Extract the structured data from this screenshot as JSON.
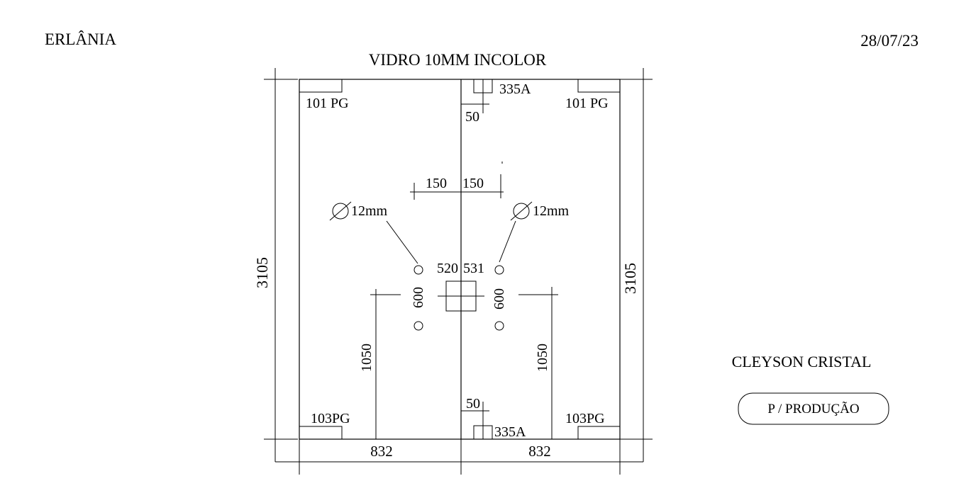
{
  "header": {
    "client": "ERLÂNIA",
    "date": "28/07/23",
    "glass_spec": "VIDRO 10MM INCOLOR"
  },
  "fittings": {
    "top_left": "101 PG",
    "top_right": "101 PG",
    "top_center": "335A",
    "bottom_left": "103PG",
    "bottom_right": "103PG",
    "bottom_center": "335A"
  },
  "dimensions": {
    "total_height_left": "3105",
    "total_height_right": "3105",
    "width_left": "832",
    "width_right": "832",
    "top_offset": "50",
    "bottom_offset": "50",
    "hole_offset_left": "150",
    "hole_offset_right": "150",
    "hole_diameter_left": "12mm",
    "hole_diameter_right": "12mm",
    "handle_left": "520",
    "handle_right": "531",
    "hole_spacing_left": "600",
    "hole_spacing_right": "600",
    "handle_height_left": "1050",
    "handle_height_right": "1050"
  },
  "company": "CLEYSON CRISTAL",
  "stamp": "P / PRODUÇÃO"
}
